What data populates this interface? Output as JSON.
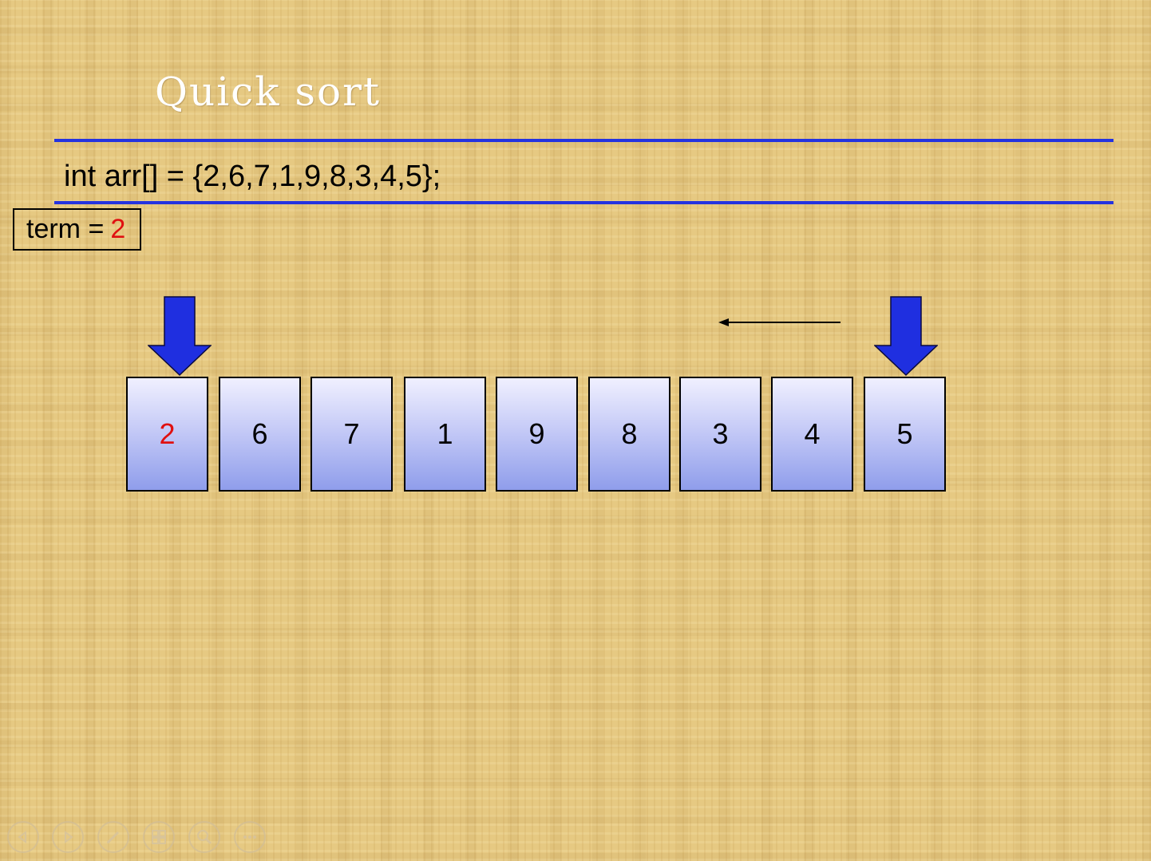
{
  "slide": {
    "title": "Quick sort",
    "code": "int arr[] = {2,6,7,1,9,8,3,4,5};",
    "term_label": "term =",
    "term_value": "2"
  },
  "array": {
    "values": [
      "2",
      "6",
      "7",
      "1",
      "9",
      "8",
      "3",
      "4",
      "5"
    ],
    "pivot_index": 0
  },
  "pointers": {
    "left_index": 0,
    "right_index": 8,
    "move_direction": "left"
  },
  "colors": {
    "rule": "#2433e0",
    "pointer": "#1f2fe0",
    "pivot_text": "#e01010",
    "title": "#ffffff"
  },
  "navigation": {
    "icons": [
      "previous-icon",
      "next-icon",
      "pen-icon",
      "slides-icon",
      "zoom-icon",
      "more-icon"
    ]
  }
}
